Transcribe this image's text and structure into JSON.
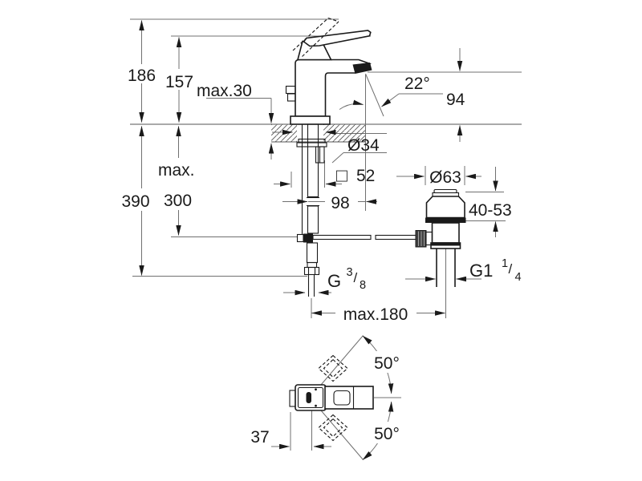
{
  "meta": {
    "type": "technical-dimensional-drawing",
    "subject": "single-hole basin mixer faucet with pop-up waste, side elevation and plan view"
  },
  "colors": {
    "background": "#ffffff",
    "object_lines": "#1a1a1a",
    "dimension_lines": "#707070",
    "text": "#1a1a1a"
  },
  "labels": {
    "d186": "186",
    "d157": "157",
    "max30": "max.30",
    "a22": "22°",
    "d94": "94",
    "dia34": "Ø34",
    "sq52_symbol": "□",
    "sq52": "52",
    "d98": "98",
    "dia63": "Ø63",
    "max_word": "max.",
    "d300": "300",
    "d390": "390",
    "r4053": "40-53",
    "g38": {
      "base": "G",
      "num": "3",
      "slash": "/",
      "den": "8"
    },
    "g114": {
      "base": "G1",
      "num": "1",
      "slash": "/",
      "den": "4"
    },
    "max180": "max.180",
    "a50_top": "50°",
    "a50_bottom": "50°",
    "d37": "37"
  }
}
